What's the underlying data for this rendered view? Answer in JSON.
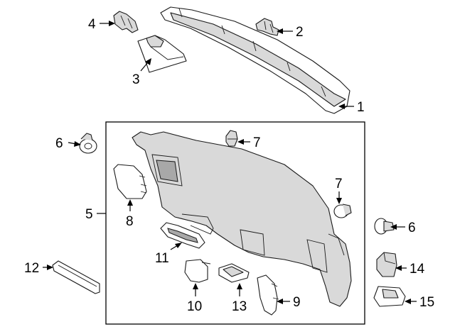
{
  "callouts": {
    "c1": "1",
    "c2": "2",
    "c3": "3",
    "c4": "4",
    "c5": "5",
    "c6a": "6",
    "c6b": "6",
    "c7a": "7",
    "c7b": "7",
    "c8": "8",
    "c9": "9",
    "c10": "10",
    "c11": "11",
    "c12": "12",
    "c13": "13",
    "c14": "14",
    "c15": "15"
  },
  "colors": {
    "line": "#1a1a1a",
    "part_fill": "#d9d9d9",
    "background": "#ffffff"
  }
}
